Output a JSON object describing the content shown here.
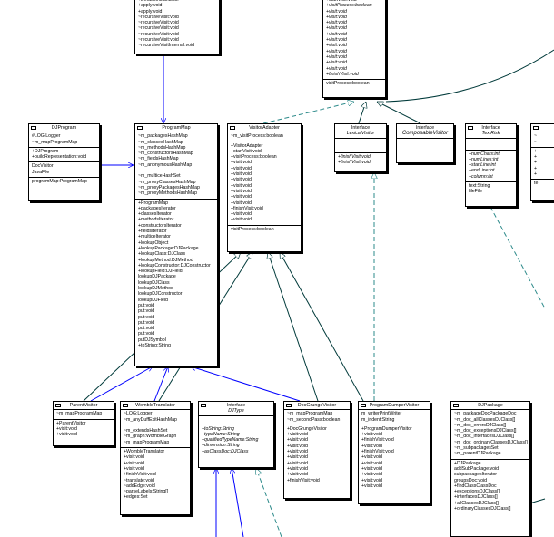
{
  "top_left_class": {
    "attributes": [],
    "operations": [
      "+DefaultInstantiator",
      "+apply:void",
      "+apply:void",
      "~recursiveVisit:void",
      "~recursiveVisit:void",
      "~recursiveVisit:void",
      "~recursiveVisit:void",
      "~recursiveVisit:void",
      "~recursiveVisitInternal:void"
    ]
  },
  "top_visitor_class": {
    "operations": [
      "+startVisit:void",
      "+visitProcess:boolean",
      "+visit:void",
      "+visit:void",
      "+visit:void",
      "+visit:void",
      "+visit:void",
      "+visit:void",
      "+visit:void",
      "+visit:void",
      "+visit:void",
      "+visit:void",
      "+visit:void",
      "+finishVisit:void"
    ],
    "extra": [
      "visitProcess:boolean"
    ]
  },
  "djprogram": {
    "name": "DJProgram",
    "attributes": [
      "#LOG:Logger",
      "~m_mapProgramMap"
    ],
    "operations": [
      "+DJProgram",
      "+buildRepresentation:void"
    ],
    "members": [
      "DocVisitor",
      "JavaFile"
    ],
    "footer": [
      "programMap:ProgramMap"
    ]
  },
  "programmap": {
    "name": "ProgramMap",
    "attributes": [
      "~m_packagesHashMap",
      "~m_classesHashMap",
      "~m_methodsHashMap",
      "~m_constructorsHashMap",
      "~m_fieldsHashMap",
      "~m_anonymousHashMap",
      "",
      "~m_multiceHashSet",
      "~m_proxyClassesHashMap",
      "~m_proxyPackagesHashMap",
      "~m_proxyMethodsHashMap"
    ],
    "operations": [
      "+ProgramMap",
      "+packagesIterator",
      "+classesIterator",
      "+methodsIterator",
      "+constructorsIterator",
      "+fieldsIterator",
      "+multiceIterator",
      "+lookupObject",
      "+lookupPackage:DJPackage",
      "+lookupClass:DJClass",
      "+lookupMethod:DJMethod",
      "+lookupConstructor:DJConstructor",
      "+lookupField:DJField",
      "lookupDJPackage",
      "lookupDJClass",
      "lookupDJMethod",
      "lookupDJConstructor",
      "lookupDJField",
      "put:void",
      "put:void",
      "put:void",
      "put:void",
      "put:void",
      "put:void",
      "putDJSymbol",
      "+toString:String"
    ]
  },
  "visitoradapter": {
    "name": "VisitorAdapter",
    "attributes": [
      "~m_visitProcess:boolean"
    ],
    "operations": [
      "+VisitorAdapter",
      "+startVisit:void",
      "+visitProcess:boolean",
      "+visit:void",
      "+visit:void",
      "+visit:void",
      "+visit:void",
      "+visit:void",
      "+visit:void",
      "+visit:void",
      "+visit:void",
      "+finishVisit:void",
      "+visit:void",
      "+visit:void"
    ],
    "extra": [
      "visitProcess:boolean"
    ]
  },
  "lexicalvisitor": {
    "stereotype": "Interface",
    "name": "LexicalVisitor",
    "attributes": [],
    "operations": [
      "+finishVisit:void",
      "+finishVisit:void"
    ]
  },
  "composablevisitor": {
    "stereotype": "Interface",
    "name": "ComposableVisitor"
  },
  "textrisk": {
    "stereotype": "Interface",
    "name": "TextRisk",
    "operations": [
      "+numChars:int",
      "+numLines:int",
      "+startLine:int",
      "+endLine:int",
      "+column:int"
    ],
    "members": [
      "text:String",
      "fileFile"
    ]
  },
  "parentvisitor": {
    "name": "ParentVisitor",
    "attributes": [
      "~m_mapProgramMap"
    ],
    "operations": [
      "+ParentVisitor",
      "+visit:void",
      "+visit:void"
    ]
  },
  "wombletranslator": {
    "name": "WombleTranslator",
    "attributes": [
      "~LOG:Logger",
      "~m_anyDuffExitHashMap",
      "",
      "~m_extendsHashSet",
      "~m_graph:WombleGraph",
      "~m_mapProgramMap"
    ],
    "operations": [
      "+WombleTranslator",
      "+visit:void",
      "+visit:void",
      "+visit:void",
      "+finishVisit:void",
      "~translate:void",
      "~addEdge:void",
      "~parseLabels:String[]",
      "+edges:Set"
    ]
  },
  "djtype": {
    "stereotype": "Interface",
    "name": "DJType",
    "operations": [
      "+toString:String",
      "+typeName:String",
      "+qualifiedTypeName:String",
      "+dimension:String",
      "+asClassDoc:DJClass"
    ]
  },
  "docgrungevisitor": {
    "name": "DocGrungeVisitor",
    "attributes": [
      "~m_mapProgramMap",
      "~m_secondPass:boolean"
    ],
    "operations": [
      "+DocGrungeVisitor",
      "+visit:void",
      "+visit:void",
      "+visit:void",
      "+visit:void",
      "+visit:void",
      "+visit:void",
      "+visit:void",
      "+visit:void",
      "+finishVisit:void"
    ]
  },
  "programdumpervisitor": {
    "name": "ProgramDumperVisitor",
    "attributes": [
      "m_writerPrintWriter",
      "m_indent:String"
    ],
    "operations": [
      "+ProgramDumperVisitor",
      "+visit:void",
      "+finishVisit:void",
      "+visit:void",
      "+finishVisit:void",
      "+visit:void",
      "+visit:void",
      "+visit:void",
      "+visit:void",
      "+visit:void",
      "+visit:void"
    ]
  },
  "djpackage": {
    "name": "DJPackage",
    "attributes": [
      "~m_packageDocPackageDoc",
      "~m_doc_allClassesDJClass[]",
      "~m_doc_errorsDJClass[]",
      "~m_doc_exceptionsDJClass[]",
      "~m_doc_interfacesDJClass[]",
      "~m_doc_ordinaryClassesDJClass[]",
      "~m_subpackagesSet",
      "~m_parentDJPackage"
    ],
    "operations": [
      "+DJPackage",
      "addSubPackage:void",
      "subpackagesIterator",
      "groupsDoc:void",
      "+findClassClassDoc",
      "+exceptionsDJClass[]",
      "+interfacesDJClass[]",
      "+allClassesDJClass[]",
      "+ordinaryClassesDJClass[]"
    ]
  },
  "right_edge_class": {
    "attributes": [
      "~",
      "~"
    ],
    "operations": [
      "+",
      "+",
      "+",
      "+",
      "+"
    ],
    "members": [
      "te"
    ]
  },
  "colors": {
    "association": "#0000ff",
    "generalization": "#003a3a",
    "realization": "#2e8b8b",
    "outline": "#000000"
  }
}
